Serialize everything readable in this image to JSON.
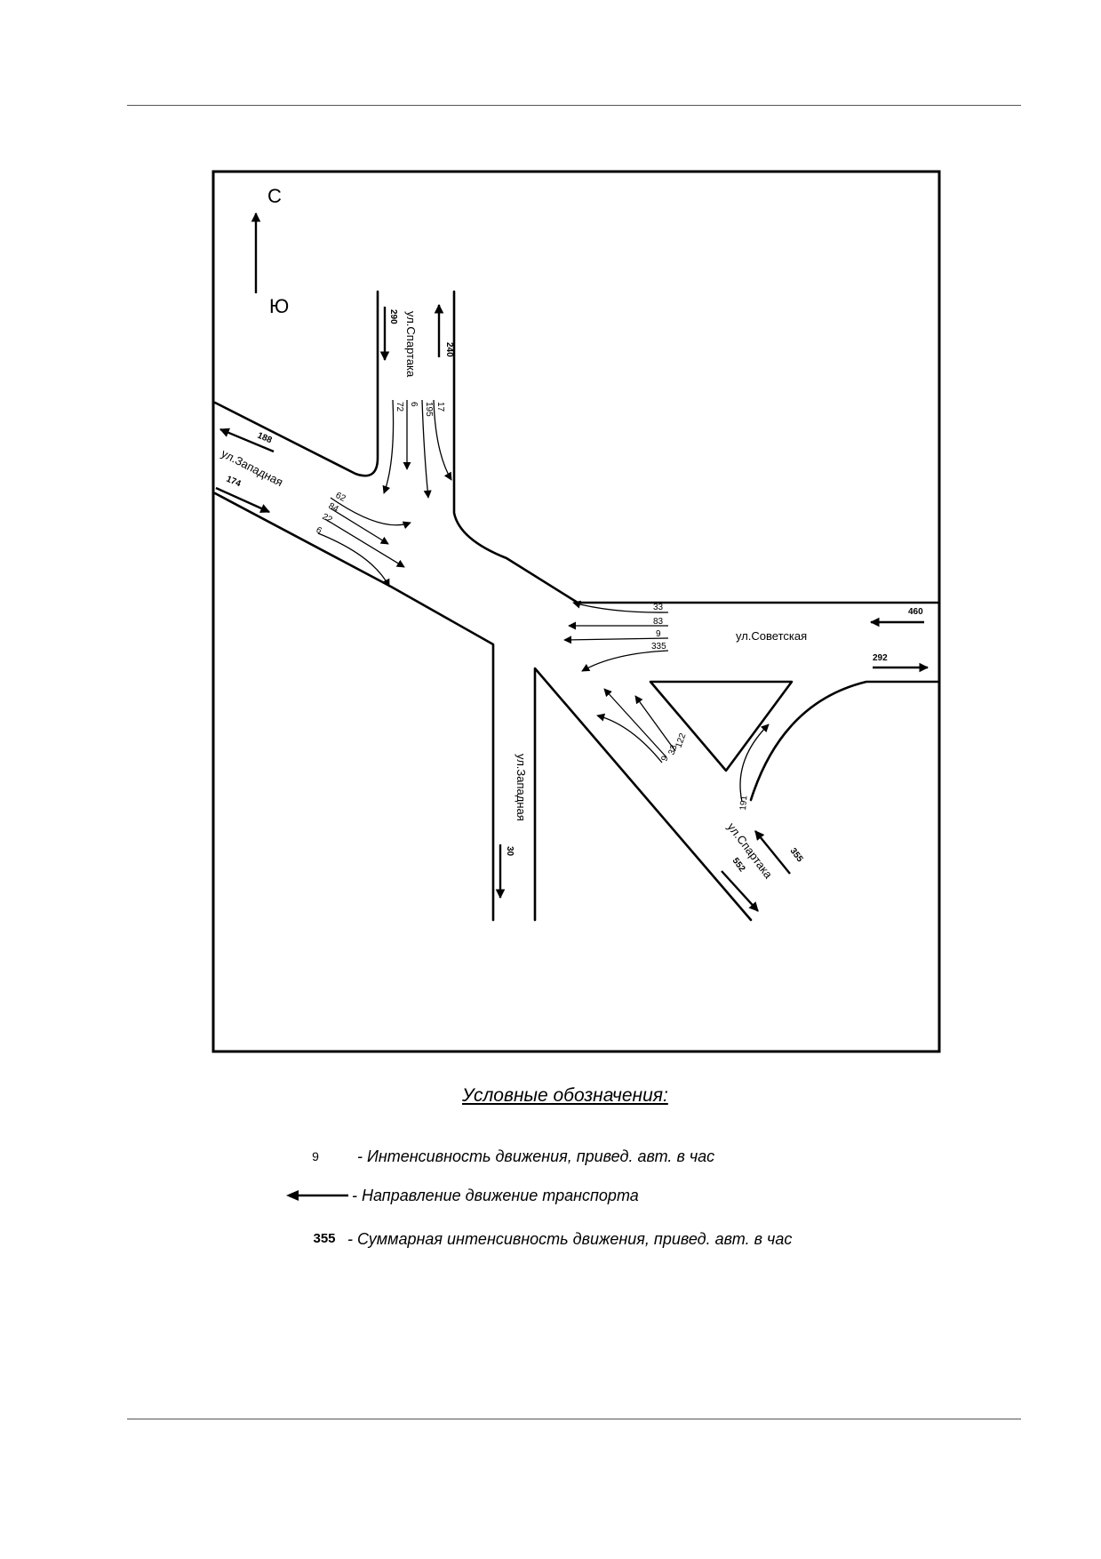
{
  "compass": {
    "north": "С",
    "south": "Ю"
  },
  "streets": {
    "spartaka_north": "ул.Спартака",
    "zapadnaya_west": "ул.Западная",
    "sovetskaya": "ул.Советская",
    "zapadnaya_south": "ул.Западная",
    "spartaka_south": "ул.Спартака"
  },
  "totals": {
    "spartaka_north_in": "290",
    "spartaka_north_out": "240",
    "zapadnaya_west_out": "188",
    "zapadnaya_west_in": "174",
    "sovetskaya_in": "460",
    "sovetskaya_out": "292",
    "zapadnaya_south_out": "30",
    "spartaka_south_in": "355",
    "spartaka_south_out": "552"
  },
  "lane_flows": {
    "north": [
      "72",
      "6",
      "195",
      "17"
    ],
    "west": [
      "62",
      "84",
      "22",
      "6"
    ],
    "east": [
      "33",
      "83",
      "9",
      "335"
    ],
    "south_main": [
      "122",
      "33",
      "9"
    ],
    "south_slip": "191"
  },
  "legend": {
    "title": "Условные обозначения:",
    "rows": [
      {
        "symbol": "9",
        "text": "- Интенсивность движения, привед. авт. в час"
      },
      {
        "symbol": "arrow",
        "text": "- Направление движение транспорта"
      },
      {
        "symbol": "355",
        "text": "- Суммарная интенсивность движения, привед. авт. в час"
      }
    ]
  }
}
